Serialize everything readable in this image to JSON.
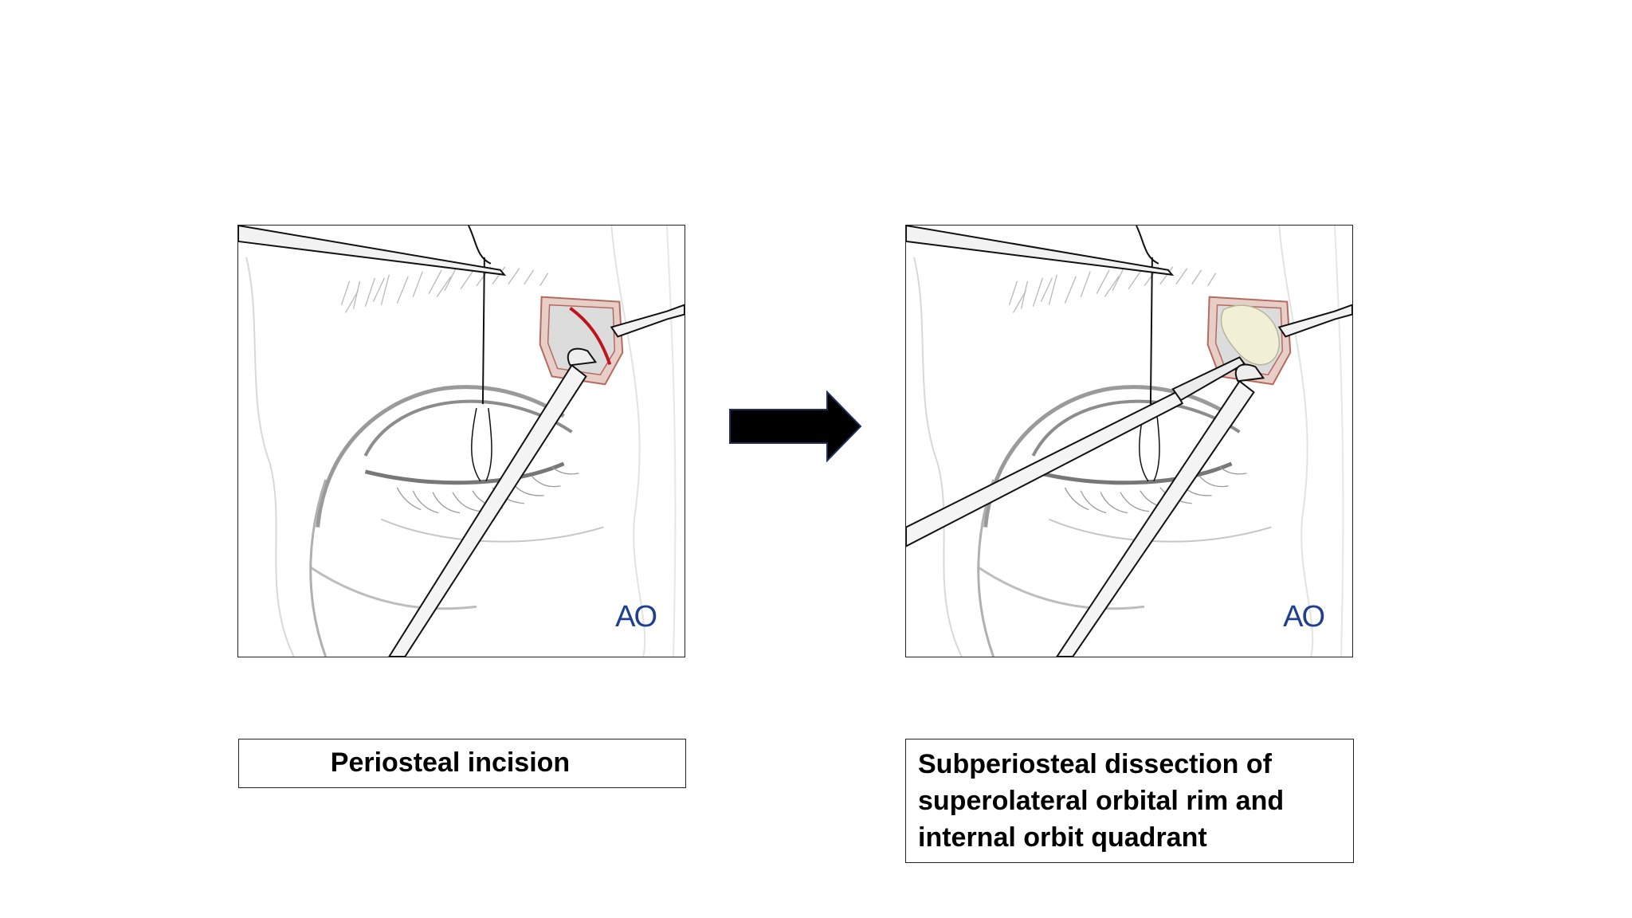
{
  "panels": [
    {
      "caption": "Periosteal incision",
      "logo": "AO"
    },
    {
      "caption": "Subperiosteal dissection of superolateral orbital rim and internal orbit quadrant",
      "logo": "AO"
    }
  ],
  "captions_lines": {
    "right": [
      "Subperiosteal dissection of",
      "superolateral orbital rim and",
      "internal orbit quadrant"
    ]
  },
  "colors": {
    "arrow": "#000000",
    "arrow_outline": "#1f2f5a",
    "incision": "#c0141c",
    "logo": "#1f3f8f"
  }
}
